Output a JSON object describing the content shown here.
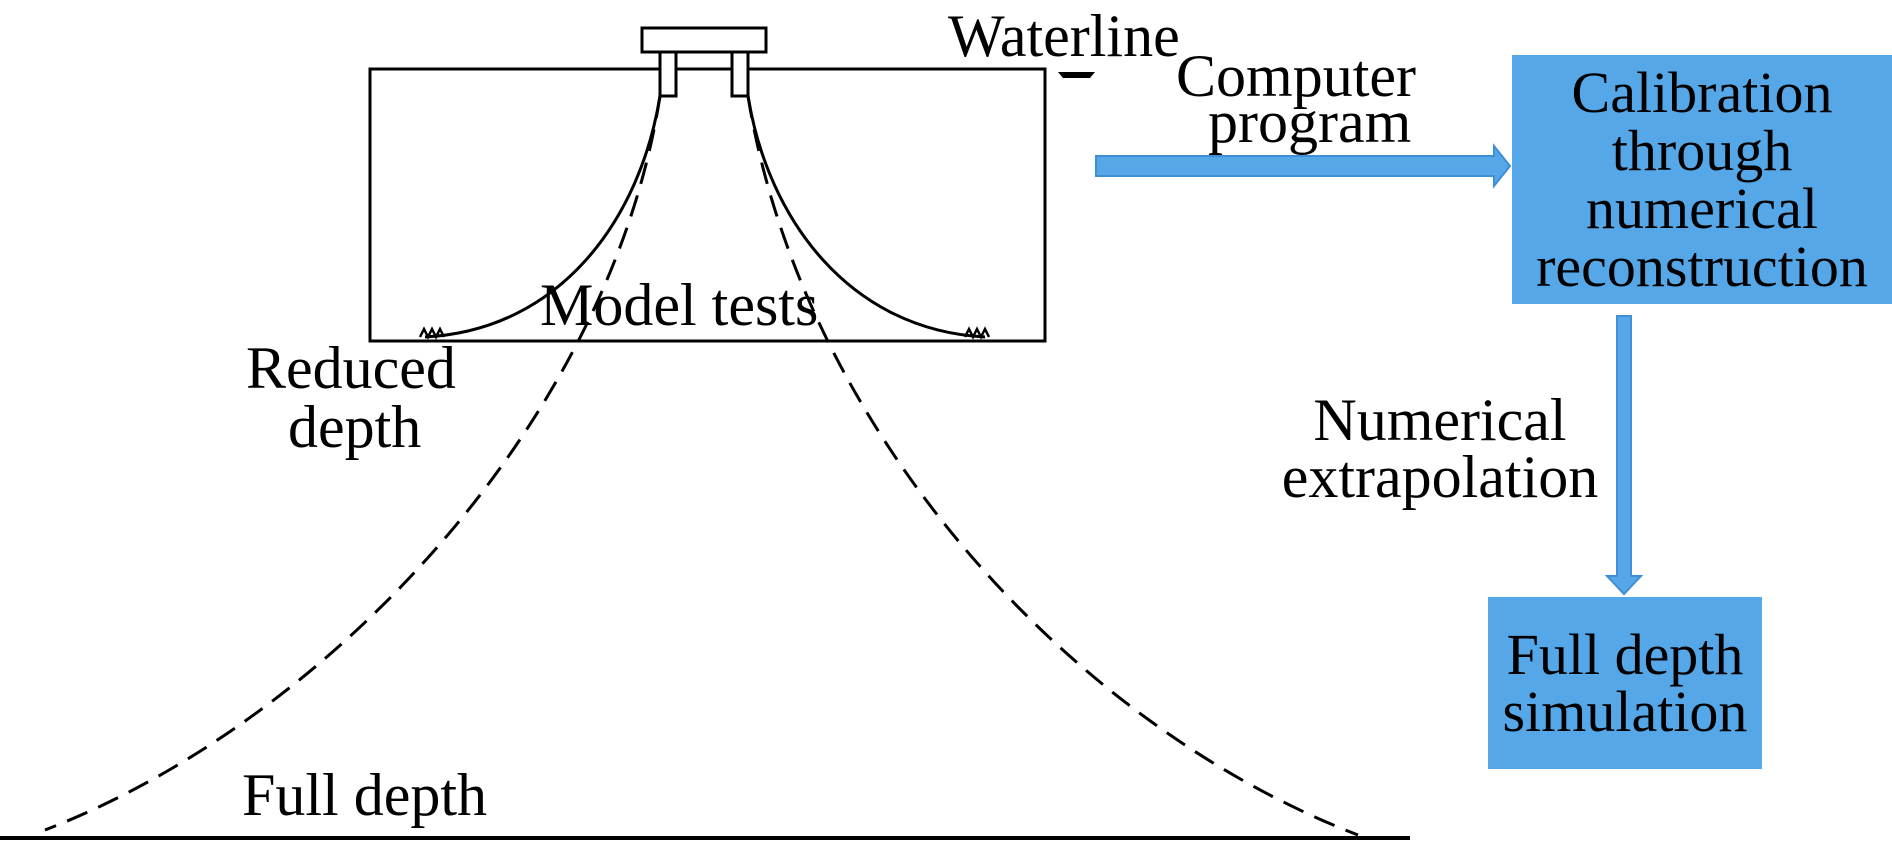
{
  "labels": {
    "waterline": "Waterline",
    "model_tests": "Model tests",
    "reduced_depth_line1": "Reduced",
    "reduced_depth_line2": "depth",
    "full_depth": "Full depth",
    "computer_program_line1": "Computer",
    "computer_program_line2": "program",
    "numerical_extrapolation_line1": "Numerical",
    "numerical_extrapolation_line2": "extrapolation"
  },
  "boxes": {
    "calibration": [
      "Calibration",
      "through",
      "numerical",
      "reconstruction"
    ],
    "full_depth_simulation": [
      "Full depth",
      "simulation"
    ]
  },
  "colors": {
    "box_fill": "#56a7e8",
    "arrow_fill": "#56a7e8",
    "arrow_stroke": "#3f8fd6",
    "line": "#000000"
  }
}
